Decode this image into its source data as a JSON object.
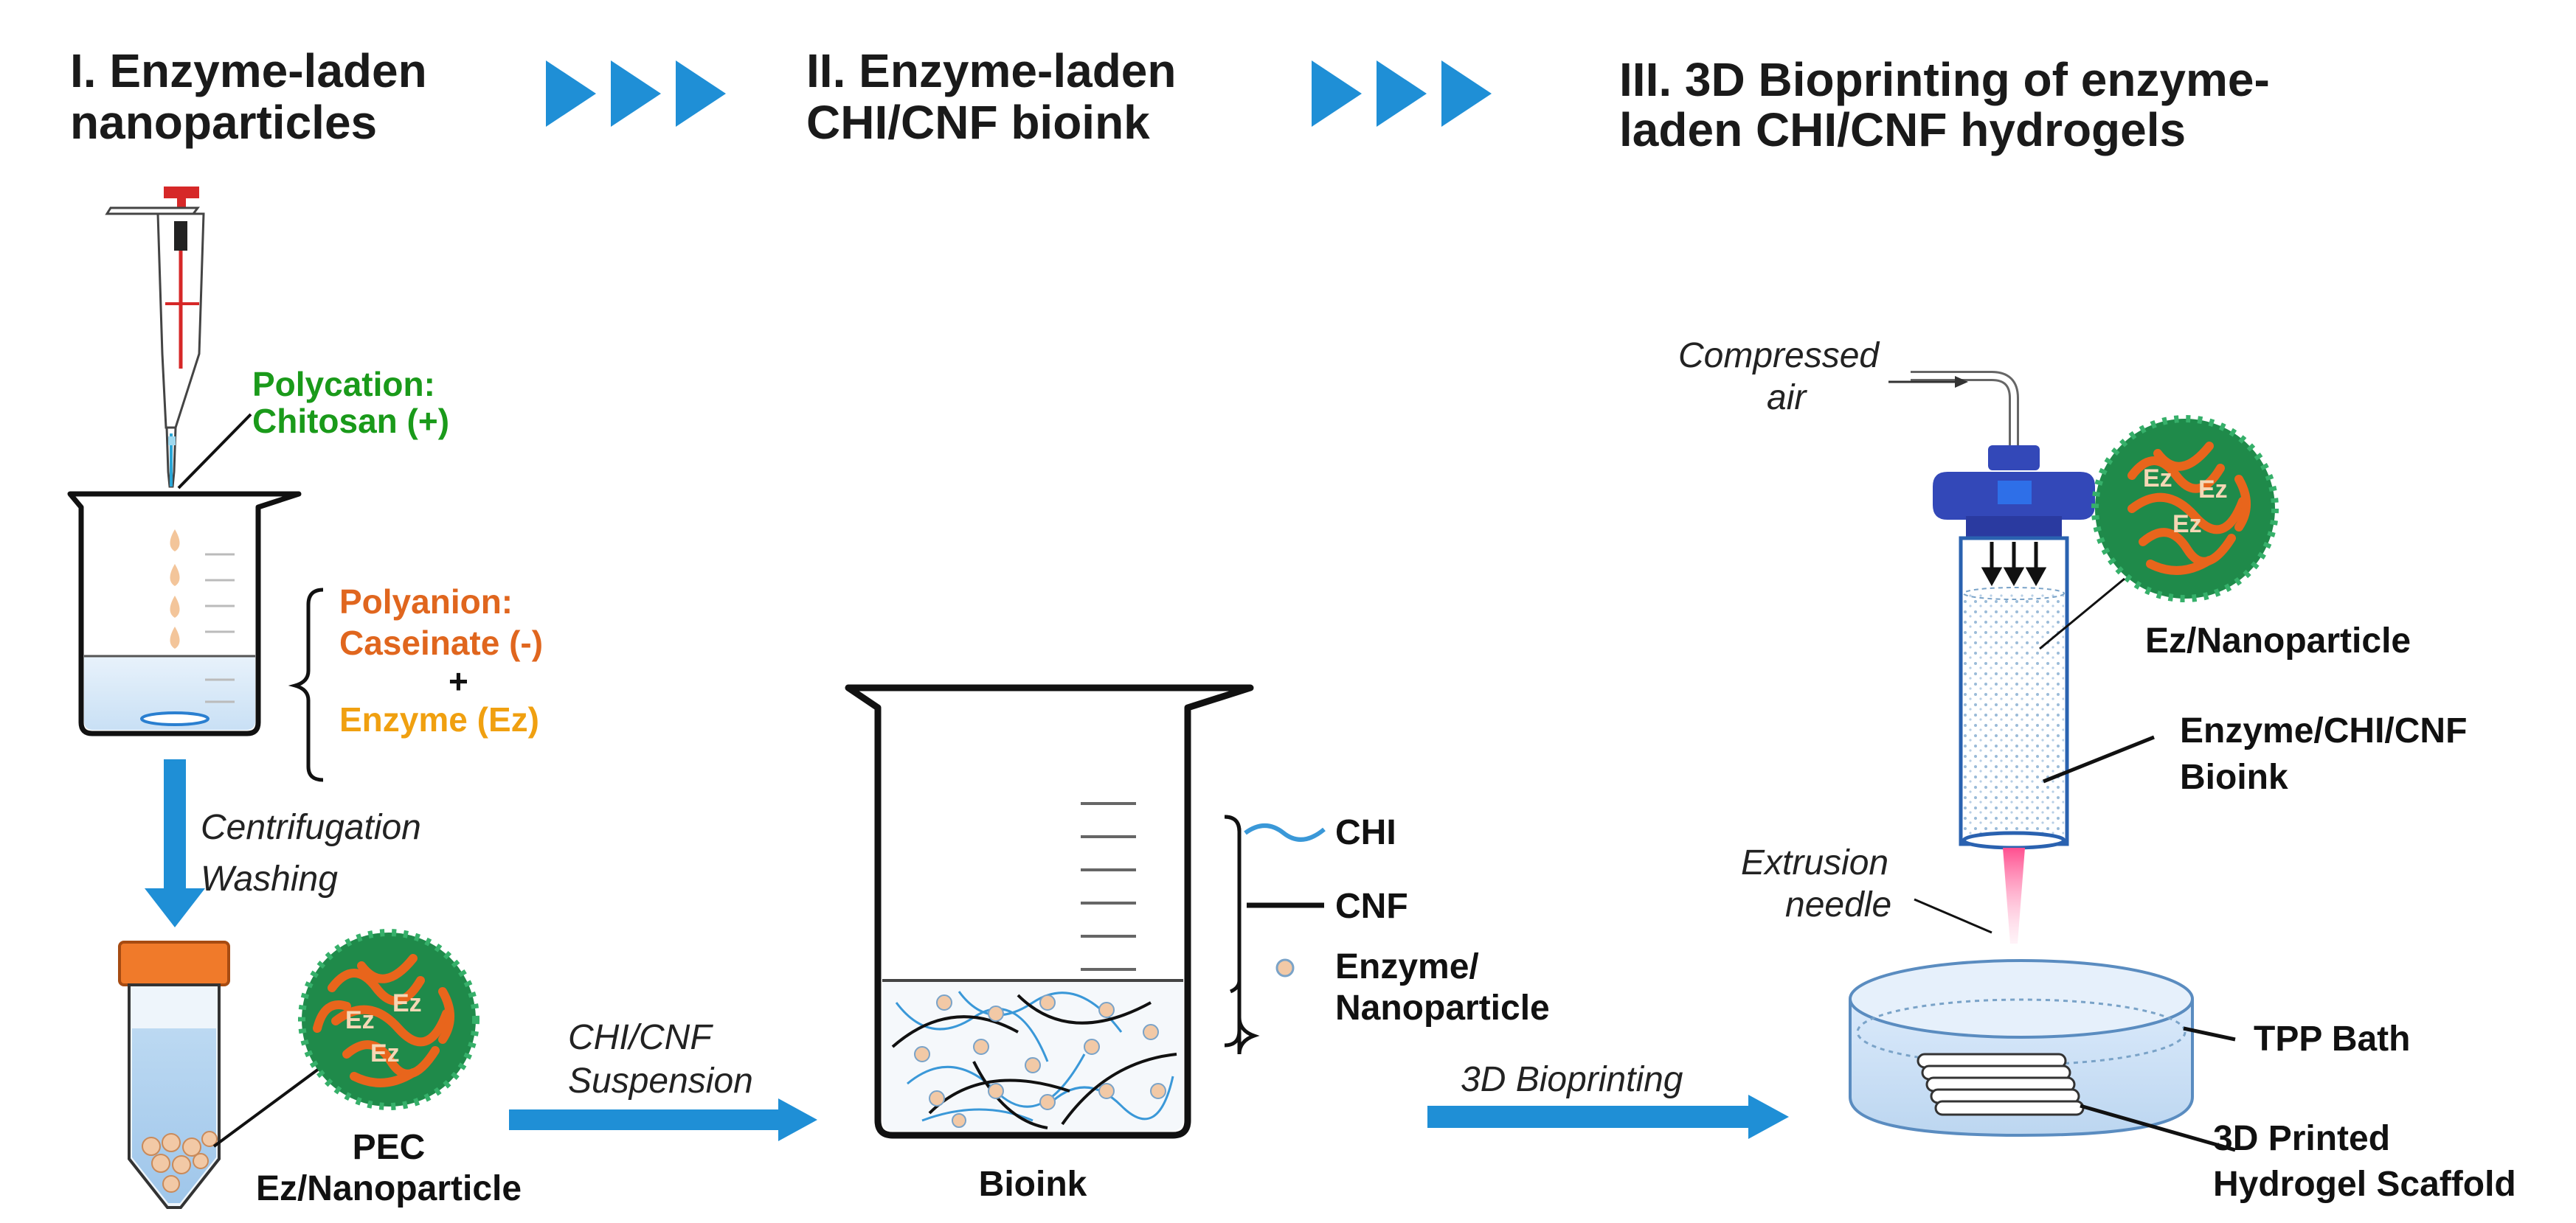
{
  "stages": {
    "s1": {
      "line1": "I. Enzyme-laden",
      "line2": "nanoparticles"
    },
    "s2": {
      "line1": "II. Enzyme-laden",
      "line2": "CHI/CNF bioink"
    },
    "s3": {
      "line1": "III. 3D Bioprinting of enzyme-",
      "line2": "laden CHI/CNF hydrogels"
    }
  },
  "stage1": {
    "polycation": {
      "line1": "Polycation:",
      "line2": "Chitosan (+)"
    },
    "polyanion": {
      "line1": "Polyanion:",
      "line2": "Caseinate (-)",
      "plus": "+",
      "enzyme": "Enzyme (Ez)"
    },
    "process": {
      "line1": "Centrifugation",
      "line2": "Washing"
    },
    "product": {
      "line1": "PEC",
      "line2": "Ez/Nanoparticle"
    },
    "ez_label": "Ez"
  },
  "stage2": {
    "input": {
      "line1": "CHI/CNF",
      "line2": "Suspension"
    },
    "legend": {
      "chi": "CHI",
      "cnf": "CNF",
      "np_line1": "Enzyme/",
      "np_line2": "Nanoparticle"
    },
    "product": "Bioink"
  },
  "stage3": {
    "process": "3D Bioprinting",
    "air": {
      "line1": "Compressed",
      "line2": "air"
    },
    "np": "Ez/Nanoparticle",
    "bioink": {
      "line1": "Enzyme/CHI/CNF",
      "line2": "Bioink"
    },
    "needle": {
      "line1": "Extrusion",
      "line2": "needle"
    },
    "bath": "TPP Bath",
    "scaffold": {
      "line1": "3D Printed",
      "line2": "Hydrogel Scaffold"
    }
  },
  "colors": {
    "arrow_blue": "#1f8fd6",
    "polycation": "#1a9a1a",
    "polyanion": "#e0661e",
    "enzyme": "#f0a010",
    "np_shell": "#1f8a4a",
    "np_core": "#e8651c",
    "cap": "#3348b8",
    "tube_cap": "#f07a2a",
    "pipette": "#d62828"
  }
}
